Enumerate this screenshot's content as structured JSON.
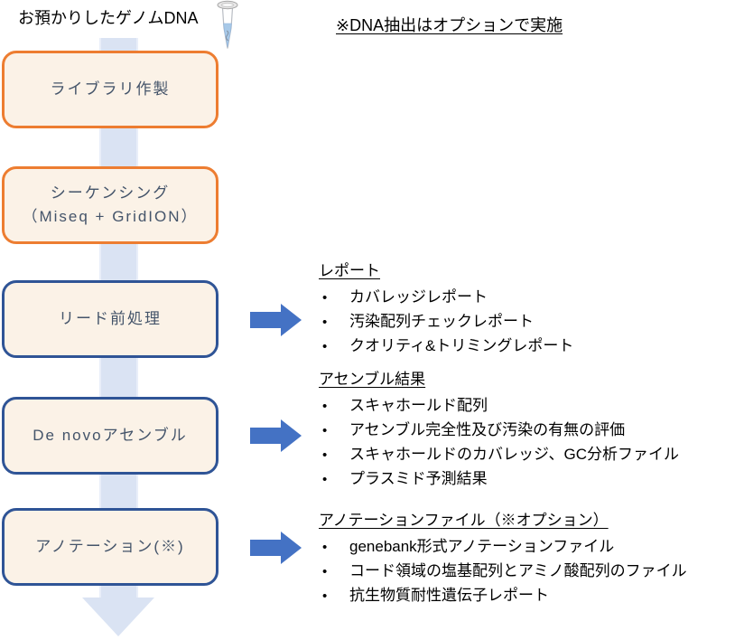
{
  "header": {
    "sample_label": "お預かりしたゲノムDNA",
    "note": "※DNA抽出はオプションで実施"
  },
  "flow": {
    "steps": [
      {
        "label": "ライブラリ作製",
        "style": "orange"
      },
      {
        "label": "シーケンシング\n（Miseq + GridION）",
        "style": "orange"
      },
      {
        "label": "リード前処理",
        "style": "blue"
      },
      {
        "label": "De novoアセンブル",
        "style": "blue"
      },
      {
        "label": "アノテーション(※)",
        "style": "blue"
      }
    ]
  },
  "outputs": [
    {
      "title": "レポート",
      "items": [
        "カバレッジレポート",
        "汚染配列チェックレポート",
        "クオリティ&トリミングレポート"
      ]
    },
    {
      "title": "アセンブル結果",
      "items": [
        "スキャホールド配列",
        "アセンブル完全性及び汚染の有無の評価",
        "スキャホールドのカバレッジ、GC分析ファイル",
        "プラスミド予測結果"
      ]
    },
    {
      "title": "アノテーションファイル（※オプション）",
      "items": [
        "genebank形式アノテーションファイル",
        "コード領域の塩基配列とアミノ酸配列のファイル",
        "抗生物質耐性遺伝子レポート"
      ]
    }
  ],
  "icons": {
    "tube": "dna-sample-tube-icon",
    "flow_arrow": "downward-flow-arrow",
    "output_arrow": "right-block-arrow"
  },
  "colors": {
    "orange_border": "#ED7D31",
    "blue_border": "#2F5496",
    "box_fill": "#FBF2E7",
    "box_text": "#44546A",
    "flow_band": "#DAE3F3",
    "output_arrow_blue": "#4472C4",
    "tube_liquid": "#A8C9E8",
    "text": "#000000"
  }
}
